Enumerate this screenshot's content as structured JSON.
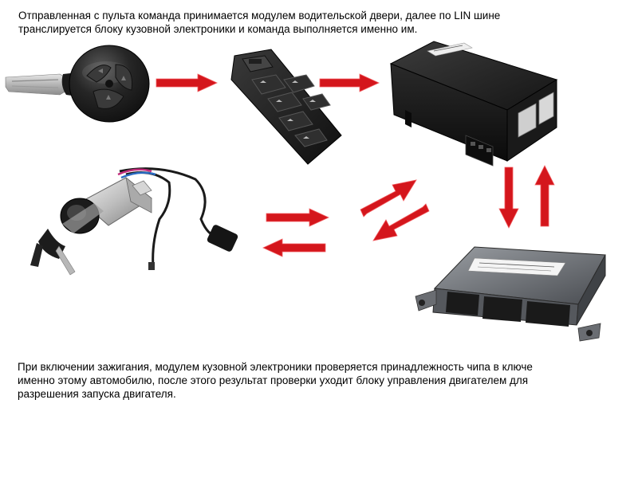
{
  "captions": {
    "top": [
      "Отправленная с пульта команда принимается модулем водительской двери, далее по LIN шине",
      "транслируется блоку кузовной электроники и команда выполняется именно им."
    ],
    "bottom": [
      "При включении зажигания, модулем кузовной электроники проверяется принадлежность чипа в ключе",
      "именно этому автомобилю,  после этого результат проверки уходит блоку управления двигателем для",
      "разрешения запуска двигателя."
    ]
  },
  "colors": {
    "arrow": "#d4161c",
    "arrow_highlight": "#f15a5e",
    "device_body": "#1c1c1c",
    "device_highlight": "#4a4a4a",
    "ecu_body": "#6f7378",
    "connector": "#d8d8d8"
  },
  "components": [
    {
      "id": "remote-key",
      "icon": "car-key-remote-icon"
    },
    {
      "id": "driver-door-module",
      "icon": "window-switch-panel-icon"
    },
    {
      "id": "body-control-module",
      "icon": "control-unit-box-icon"
    },
    {
      "id": "ignition-switch",
      "icon": "ignition-lock-icon"
    },
    {
      "id": "engine-ecu",
      "icon": "engine-ecu-icon"
    }
  ],
  "flows": [
    {
      "from": "remote-key",
      "to": "driver-door-module"
    },
    {
      "from": "driver-door-module",
      "to": "body-control-module"
    },
    {
      "from": "body-control-module",
      "to": "engine-ecu"
    },
    {
      "from": "engine-ecu",
      "to": "body-control-module"
    },
    {
      "from": "ignition-switch",
      "to": "body-control-module"
    },
    {
      "from": "body-control-module",
      "to": "ignition-switch"
    }
  ]
}
